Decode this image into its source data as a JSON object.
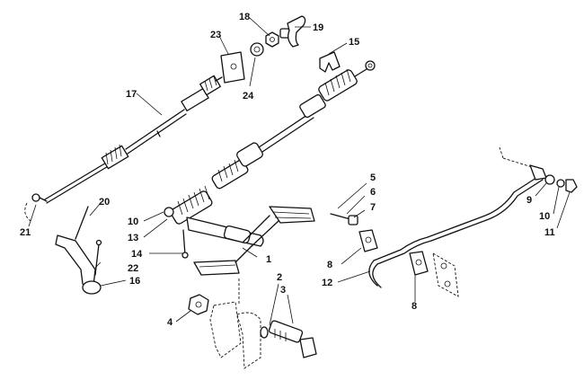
{
  "callouts": [
    {
      "id": "c1",
      "text": "1"
    },
    {
      "id": "c2",
      "text": "2"
    },
    {
      "id": "c3",
      "text": "3"
    },
    {
      "id": "c4",
      "text": "4"
    },
    {
      "id": "c5",
      "text": "5"
    },
    {
      "id": "c6",
      "text": "6"
    },
    {
      "id": "c7",
      "text": "7"
    },
    {
      "id": "c8a",
      "text": "8"
    },
    {
      "id": "c8b",
      "text": "8"
    },
    {
      "id": "c9",
      "text": "9"
    },
    {
      "id": "c10a",
      "text": "10"
    },
    {
      "id": "c10b",
      "text": "10"
    },
    {
      "id": "c11",
      "text": "11"
    },
    {
      "id": "c12",
      "text": "12"
    },
    {
      "id": "c13",
      "text": "13"
    },
    {
      "id": "c14",
      "text": "14"
    },
    {
      "id": "c15",
      "text": "15"
    },
    {
      "id": "c16",
      "text": "16"
    },
    {
      "id": "c17",
      "text": "17"
    },
    {
      "id": "c18",
      "text": "18"
    },
    {
      "id": "c19",
      "text": "19"
    },
    {
      "id": "c20",
      "text": "20"
    },
    {
      "id": "c21",
      "text": "21"
    },
    {
      "id": "c22",
      "text": "22"
    },
    {
      "id": "c23",
      "text": "23"
    },
    {
      "id": "c24",
      "text": "24"
    }
  ]
}
